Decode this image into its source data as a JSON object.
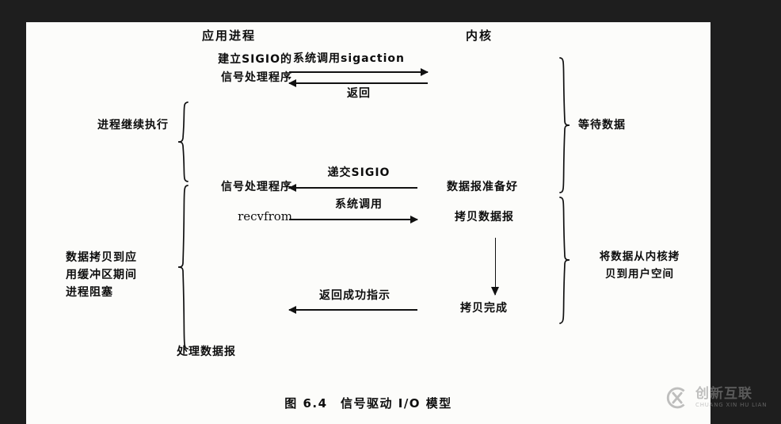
{
  "figure": {
    "caption": "图 6.4　信号驱动 I/O 模型",
    "columns": {
      "application_process": "应用进程",
      "kernel": "内核"
    },
    "left_annotations": [
      {
        "text": "进程继续执行"
      },
      {
        "line1": "数据拷贝到应",
        "line2": "用缓冲区期间",
        "line3": "进程阻塞"
      }
    ],
    "right_annotations": [
      {
        "text": "等待数据"
      },
      {
        "line1": "将数据从内核拷",
        "line2": "贝到用户空间"
      }
    ],
    "process_steps": [
      {
        "line1": "建立SIGIO的",
        "line2": "信号处理程序"
      },
      {
        "text": "信号处理程序"
      },
      {
        "text": "recvfrom"
      },
      {
        "text": "处理数据报"
      }
    ],
    "kernel_steps": [
      {
        "text": "数据报准备好"
      },
      {
        "text": "拷贝数据报"
      },
      {
        "text": "拷贝完成"
      }
    ],
    "messages": [
      {
        "label": "系统调用sigaction",
        "direction": "right"
      },
      {
        "label": "返回",
        "direction": "left"
      },
      {
        "label": "递交SIGIO",
        "direction": "left"
      },
      {
        "label": "系统调用",
        "direction": "right"
      },
      {
        "label": "返回成功指示",
        "direction": "left"
      }
    ]
  },
  "watermark": {
    "cn": "创新互联",
    "en": "CHUANG XIN HU LIAN",
    "logo": "cx-circle-logo"
  }
}
